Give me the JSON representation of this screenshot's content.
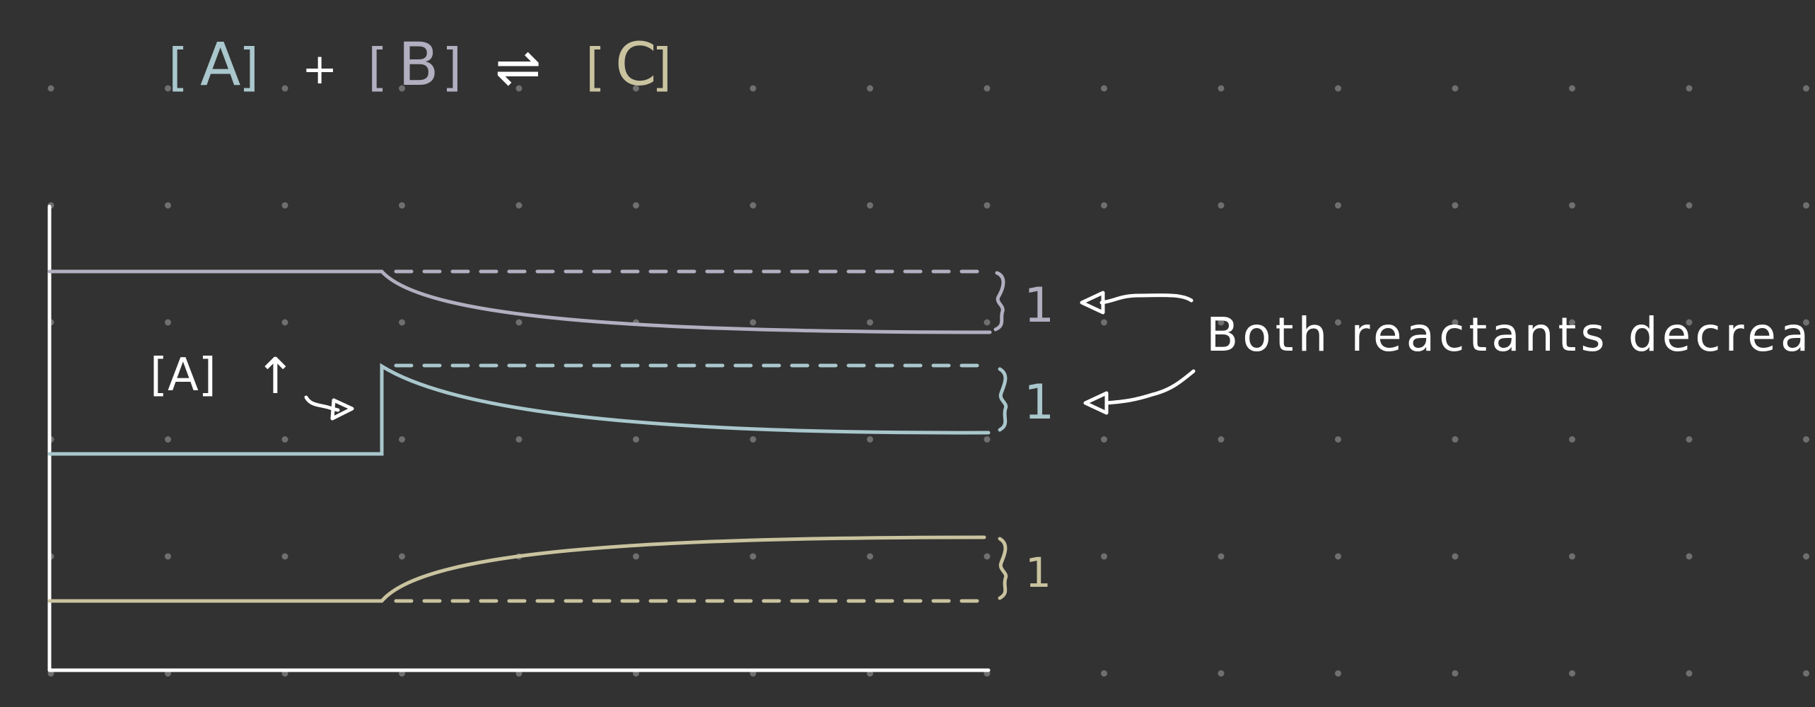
{
  "equation": {
    "bracket_open": "[",
    "bracket_close": "]",
    "species_a": "A",
    "plus": "+",
    "species_b": "B",
    "equilibrium_arrow": "⇌",
    "species_c": "C"
  },
  "colors": {
    "background": "#323232",
    "grid_dot": "#6f6f6f",
    "axis": "#ffffff",
    "species_a": "#a9c7cc",
    "species_b": "#b1afc0",
    "species_c": "#c9c39f",
    "annotation": "#ffffff"
  },
  "disturbance_label": {
    "species": "[A]",
    "direction": "↑"
  },
  "change_labels": {
    "b_change": "1",
    "a_change": "1",
    "c_change": "1"
  },
  "callout": "Both reactants decrease",
  "icons": {
    "arrow_to_b_change": "arrow-left-icon",
    "arrow_to_a_change": "arrow-left-icon",
    "disturbance_arrow": "curved-arrow-icon"
  }
}
